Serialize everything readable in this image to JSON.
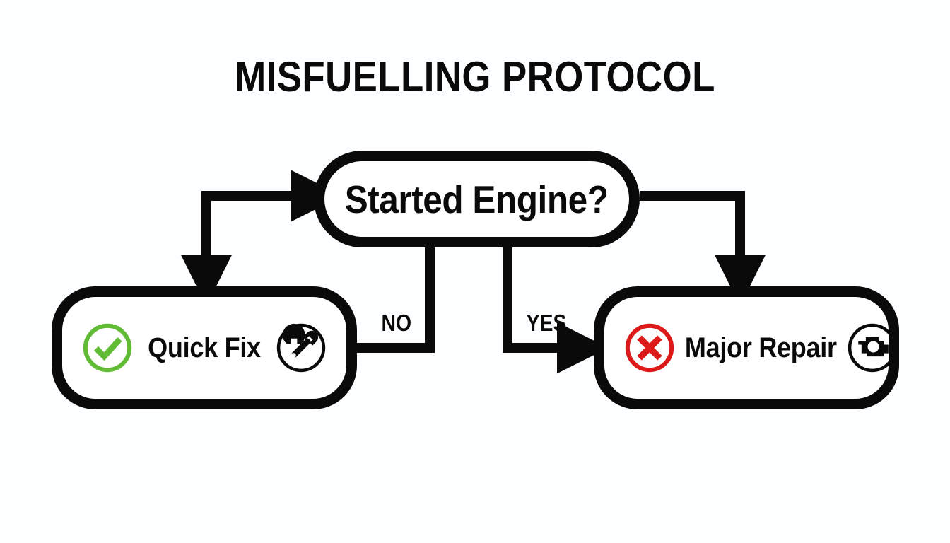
{
  "page": {
    "title": "MISFUELLING PROTOCOL",
    "background_color": "#fdfeff",
    "ink_color": "#0a0a0a"
  },
  "colors": {
    "ink": "#0a0a0a",
    "success_green": "#62bb35",
    "error_red": "#dd1a1a",
    "box_fill": "#ffffff"
  },
  "diagram": {
    "type": "flowchart",
    "decision": {
      "id": "started-engine",
      "label": "Started Engine?",
      "shape": "pill"
    },
    "outcomes": [
      {
        "id": "quick-fix",
        "label": "Quick Fix",
        "status_icon": "check-circle-icon",
        "status_color": "#62bb35",
        "action_icon": "wrench-circle-icon",
        "action_color": "#0a0a0a",
        "shape": "pill"
      },
      {
        "id": "major-repair",
        "label": "Major Repair",
        "status_icon": "x-circle-icon",
        "status_color": "#dd1a1a",
        "action_icon": "engine-circle-icon",
        "action_color": "#0a0a0a",
        "shape": "pill"
      }
    ],
    "branches": [
      {
        "id": "branch-no",
        "label": "NO",
        "from": "started-engine",
        "to": "quick-fix"
      },
      {
        "id": "branch-yes",
        "label": "YES",
        "from": "started-engine",
        "to": "major-repair"
      }
    ],
    "connectors": [
      {
        "id": "inflow-left",
        "label": "",
        "from": "external",
        "to": "started-engine",
        "arrow": true
      },
      {
        "id": "inflow-quickfix",
        "label": "",
        "from": "external",
        "to": "quick-fix",
        "arrow": true
      },
      {
        "id": "outflow-right",
        "label": "",
        "from": "started-engine",
        "to": "major-repair",
        "arrow": true
      }
    ]
  }
}
